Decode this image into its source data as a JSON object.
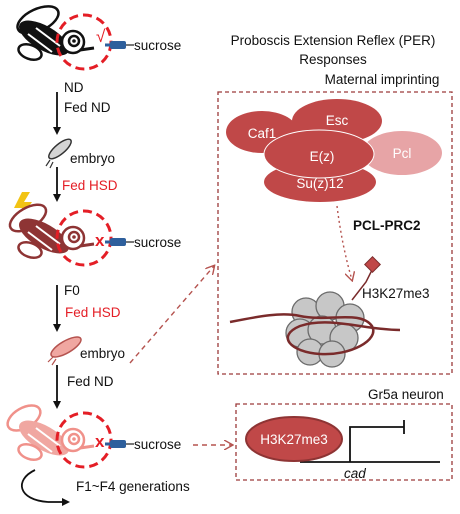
{
  "title": {
    "line1": "Proboscis Extension Reflex (PER)",
    "line2": "Responses",
    "line3": "Maternal imprinting"
  },
  "flow": {
    "sucrose_label": "sucrose",
    "check_mark": "√",
    "cross_mark": "x",
    "nd_label": "ND",
    "fed_nd_1": "Fed ND",
    "embryo_1": "embryo",
    "fed_hsd_1": "Fed HSD",
    "f0_label": "F0",
    "fed_hsd_2": "Fed HSD",
    "embryo_2": "embryo",
    "fed_nd_2": "Fed ND",
    "generations": "F1~F4 generations"
  },
  "complex": {
    "caf1": "Caf1",
    "esc": "Esc",
    "ez": "E(z)",
    "pcl": "Pcl",
    "suz12": "Su(z)12",
    "name": "PCL-PRC2",
    "mark": "H3K27me3"
  },
  "neuron": {
    "title": "Gr5a neuron",
    "mark": "H3K27me3",
    "gene": "cad"
  },
  "colors": {
    "red": "#e41e26",
    "dark_red": "#8e3434",
    "complex_fill": "#c04848",
    "pcl_fill": "#e7a4a6",
    "nucleosome": "#c7c7c7"
  },
  "icons": [
    "fly-icon",
    "lightning-icon",
    "embryo-icon",
    "syringe-icon",
    "nucleosome-icon"
  ]
}
